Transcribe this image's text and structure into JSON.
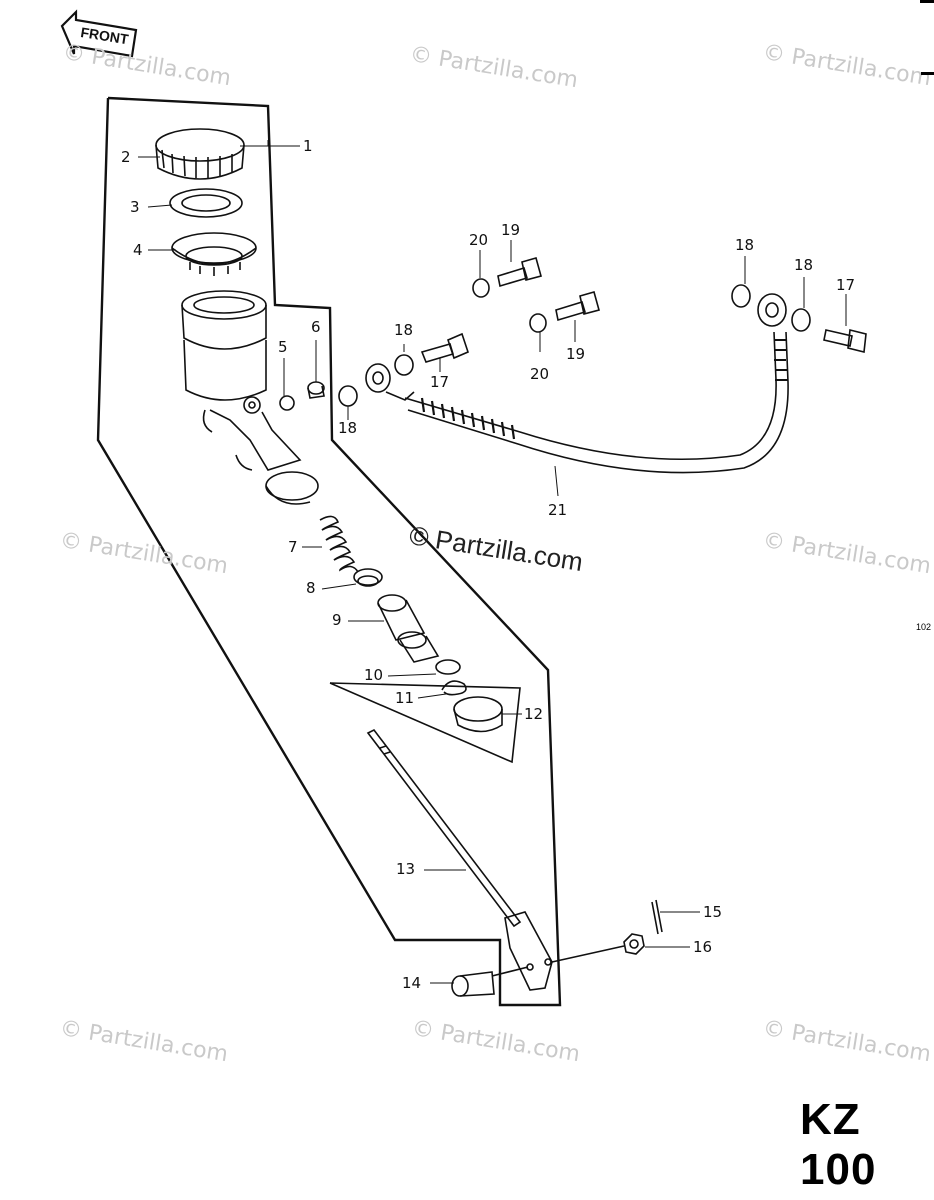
{
  "diagram": {
    "front_label": "FRONT",
    "watermark_text": "© Partzilla.com",
    "center_watermark": "© Partzilla.com",
    "model_label": "KZ 100",
    "side_code": "102",
    "callouts": {
      "c1": "1",
      "c2": "2",
      "c3": "3",
      "c4": "4",
      "c5": "5",
      "c6": "6",
      "c7": "7",
      "c8": "8",
      "c9": "9",
      "c10": "10",
      "c11": "11",
      "c12": "12",
      "c13": "13",
      "c14": "14",
      "c15": "15",
      "c16": "16",
      "c17a": "17",
      "c17b": "17",
      "c18a": "18",
      "c18b": "18",
      "c18c": "18",
      "c18d": "18",
      "c19a": "19",
      "c19b": "19",
      "c20a": "20",
      "c20b": "20",
      "c21": "21"
    }
  }
}
